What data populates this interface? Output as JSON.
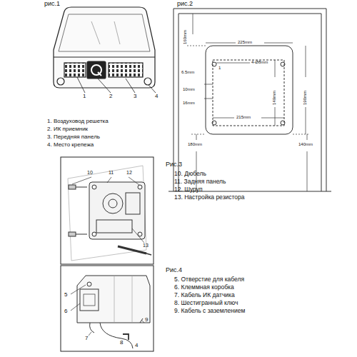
{
  "diagram": {
    "labels": [
      "рис.1",
      "рис.2",
      "1",
      "2",
      "3",
      "4",
      "1. Воздуховод решетка",
      "2. ИК приемник",
      "3. Передняя панель",
      "4. Место крепежа",
      "160mm",
      "225mm",
      "4-Ø8mm",
      "6.5mm",
      "1",
      "10mm",
      "16mm",
      "215mm",
      "149mm",
      "190mm",
      "180mm",
      "140mm",
      "Рис.3",
      "10. Дюбель",
      "11. Задняя панель",
      "12. Шуруп",
      "13. Настройка резистора",
      "10",
      "11",
      "12",
      "13",
      "Рис.4",
      "5. Отверстие для кабеля",
      "6. Клеммная коробка",
      "7. Кабель ИК датчика",
      "8. Шестигранный ключ",
      "9. Кабель с заземлением",
      "5",
      "6",
      "7",
      "8",
      "9",
      "4"
    ]
  }
}
